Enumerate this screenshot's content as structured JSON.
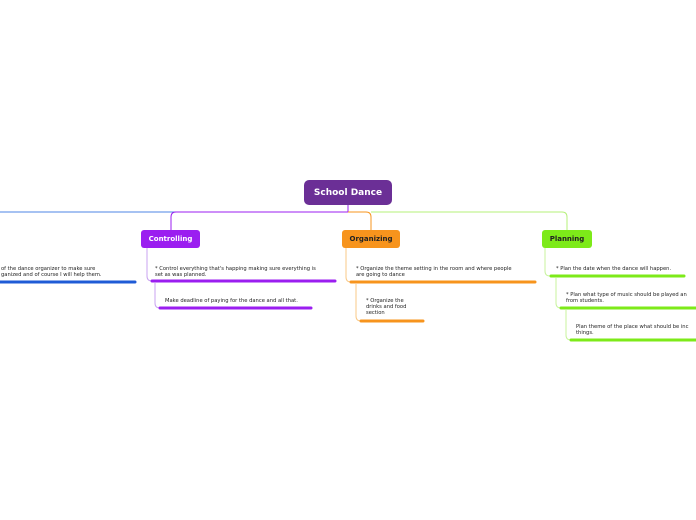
{
  "central": {
    "label": "School Dance"
  },
  "colors": {
    "central": "#6b2f96",
    "leading": "#1f5bd6",
    "controlling": "#9b1ef0",
    "organizing": "#f7941d",
    "planning": "#7dea19"
  },
  "branches": {
    "leading": {
      "subtopics": [
        "of the dance organizer to make sure\nganized and of course I will help them."
      ]
    },
    "controlling": {
      "label": "Controlling",
      "subtopics": [
        "* Control everything that's happing making sure everything is\nset as was planned.",
        "Make deadline of paying for the dance and all that."
      ]
    },
    "organizing": {
      "label": "Organizing",
      "subtopics": [
        "* Organize the theme setting in the room and where people\nare going to dance",
        "* Organize the\ndrinks and food\nsection"
      ]
    },
    "planning": {
      "label": "Planning",
      "subtopics": [
        "* Plan the date when the dance will happen.",
        "* Plan what type of music should be played an\nfrom students.",
        "Plan theme of the place what should be inc\nthings."
      ]
    }
  }
}
